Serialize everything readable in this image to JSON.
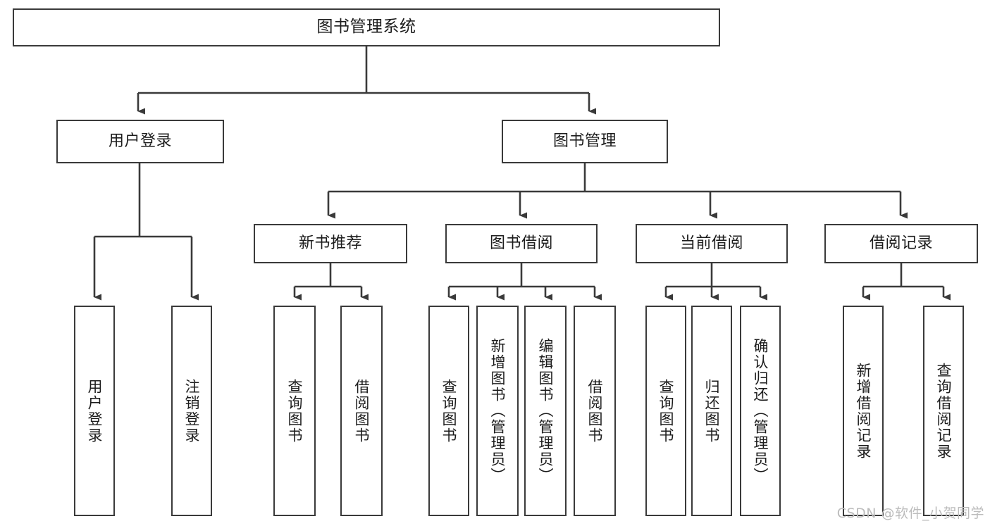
{
  "diagram": {
    "title": "图书管理系统",
    "type": "tree",
    "line_color": "#3a3a3a",
    "box_fill": "#ffffff",
    "text_color": "#1c1c1c"
  },
  "nodes": {
    "root": {
      "label": "图书管理系统"
    },
    "level1": [
      {
        "id": "user-login",
        "label": "用户登录"
      },
      {
        "id": "book-manage",
        "label": "图书管理"
      }
    ],
    "level2": [
      {
        "id": "new-book-recommend",
        "label": "新书推荐"
      },
      {
        "id": "book-borrow",
        "label": "图书借阅"
      },
      {
        "id": "current-borrow",
        "label": "当前借阅"
      },
      {
        "id": "borrow-record",
        "label": "借阅记录"
      }
    ],
    "leaves": {
      "user-login": [
        {
          "id": "leaf-user-login",
          "label": "用户登录"
        },
        {
          "id": "leaf-logout-login",
          "label": "注销登录"
        }
      ],
      "new-book-recommend": [
        {
          "id": "leaf-query-book-1",
          "label": "查询图书"
        },
        {
          "id": "leaf-borrow-book-1",
          "label": "借阅图书"
        }
      ],
      "book-borrow": [
        {
          "id": "leaf-query-book-2",
          "label": "查询图书"
        },
        {
          "id": "leaf-add-book",
          "label": "新增图书（管理员）"
        },
        {
          "id": "leaf-edit-book",
          "label": "编辑图书（管理员）"
        },
        {
          "id": "leaf-borrow-book-2",
          "label": "借阅图书"
        }
      ],
      "current-borrow": [
        {
          "id": "leaf-query-book-3",
          "label": "查询图书"
        },
        {
          "id": "leaf-return-book",
          "label": "归还图书"
        },
        {
          "id": "leaf-confirm-return",
          "label": "确认归还（管理员）"
        }
      ],
      "borrow-record": [
        {
          "id": "leaf-add-record",
          "label": "新增借阅记录"
        },
        {
          "id": "leaf-query-record",
          "label": "查询借阅记录"
        }
      ]
    }
  },
  "watermark": {
    "text": "CSDN @软件_小贺同学"
  }
}
